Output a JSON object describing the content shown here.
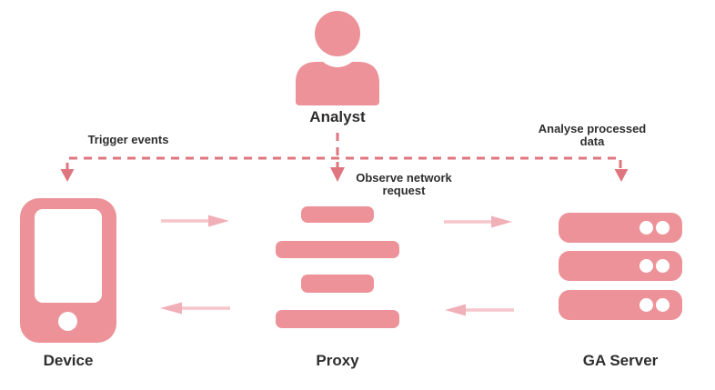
{
  "colors": {
    "icon_pink": "#EC9298",
    "dashed_pink": "#DF767F",
    "flow_shaft_pink": "#F5C5CA",
    "flow_head_pink": "#F1B0B8",
    "label_text": "#2E2E2E",
    "background": "#FFFFFF"
  },
  "nodes": {
    "analyst": {
      "label": "Analyst",
      "icon": "person-icon"
    },
    "device": {
      "label": "Device",
      "icon": "smartphone-icon"
    },
    "proxy": {
      "label": "Proxy",
      "icon": "stacked-bars-icon"
    },
    "ga_server": {
      "label": "GA Server",
      "icon": "server-rack-icon"
    }
  },
  "edges": {
    "dashed": [
      {
        "from": "analyst",
        "to": "device",
        "label": "Trigger events"
      },
      {
        "from": "analyst",
        "to": "proxy",
        "label": "Observe network request"
      },
      {
        "from": "analyst",
        "to": "ga_server",
        "label": "Analyse processed data"
      }
    ],
    "flow": [
      {
        "from": "device",
        "to": "proxy"
      },
      {
        "from": "proxy",
        "to": "ga_server"
      },
      {
        "from": "proxy",
        "to": "device"
      },
      {
        "from": "ga_server",
        "to": "proxy"
      }
    ]
  }
}
